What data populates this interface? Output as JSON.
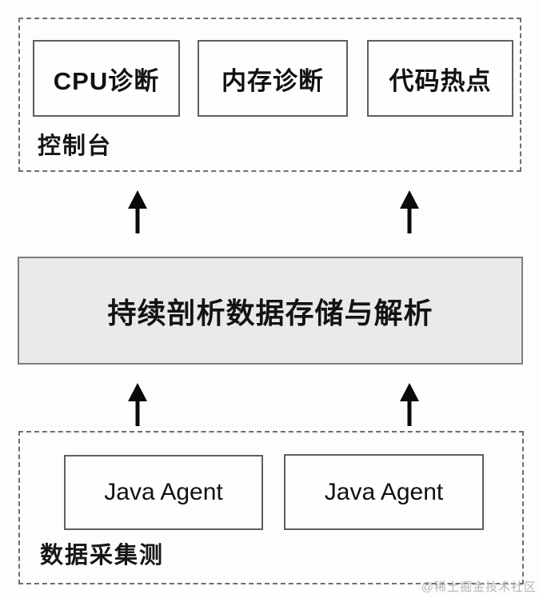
{
  "console": {
    "label": "控制台",
    "boxes": [
      {
        "label": "CPU诊断"
      },
      {
        "label": "内存诊断"
      },
      {
        "label": "代码热点"
      }
    ]
  },
  "storage": {
    "label": "持续剖析数据存储与解析"
  },
  "collection": {
    "label": "数据采集测",
    "boxes": [
      {
        "label": "Java Agent"
      },
      {
        "label": "Java Agent"
      }
    ]
  },
  "arrows": {
    "direction": "up",
    "count": 4
  },
  "watermark": "@稀土掘金技术社区",
  "colors": {
    "background": "#fdfdfd",
    "dashed_border": "#6e6e6e",
    "solid_border": "#5f5f5f",
    "storage_background": "#e9eaec",
    "storage_border": "#7d7d7d",
    "arrow": "#0a0a0a",
    "text": "#151515",
    "watermark": "#b5b5b5"
  }
}
